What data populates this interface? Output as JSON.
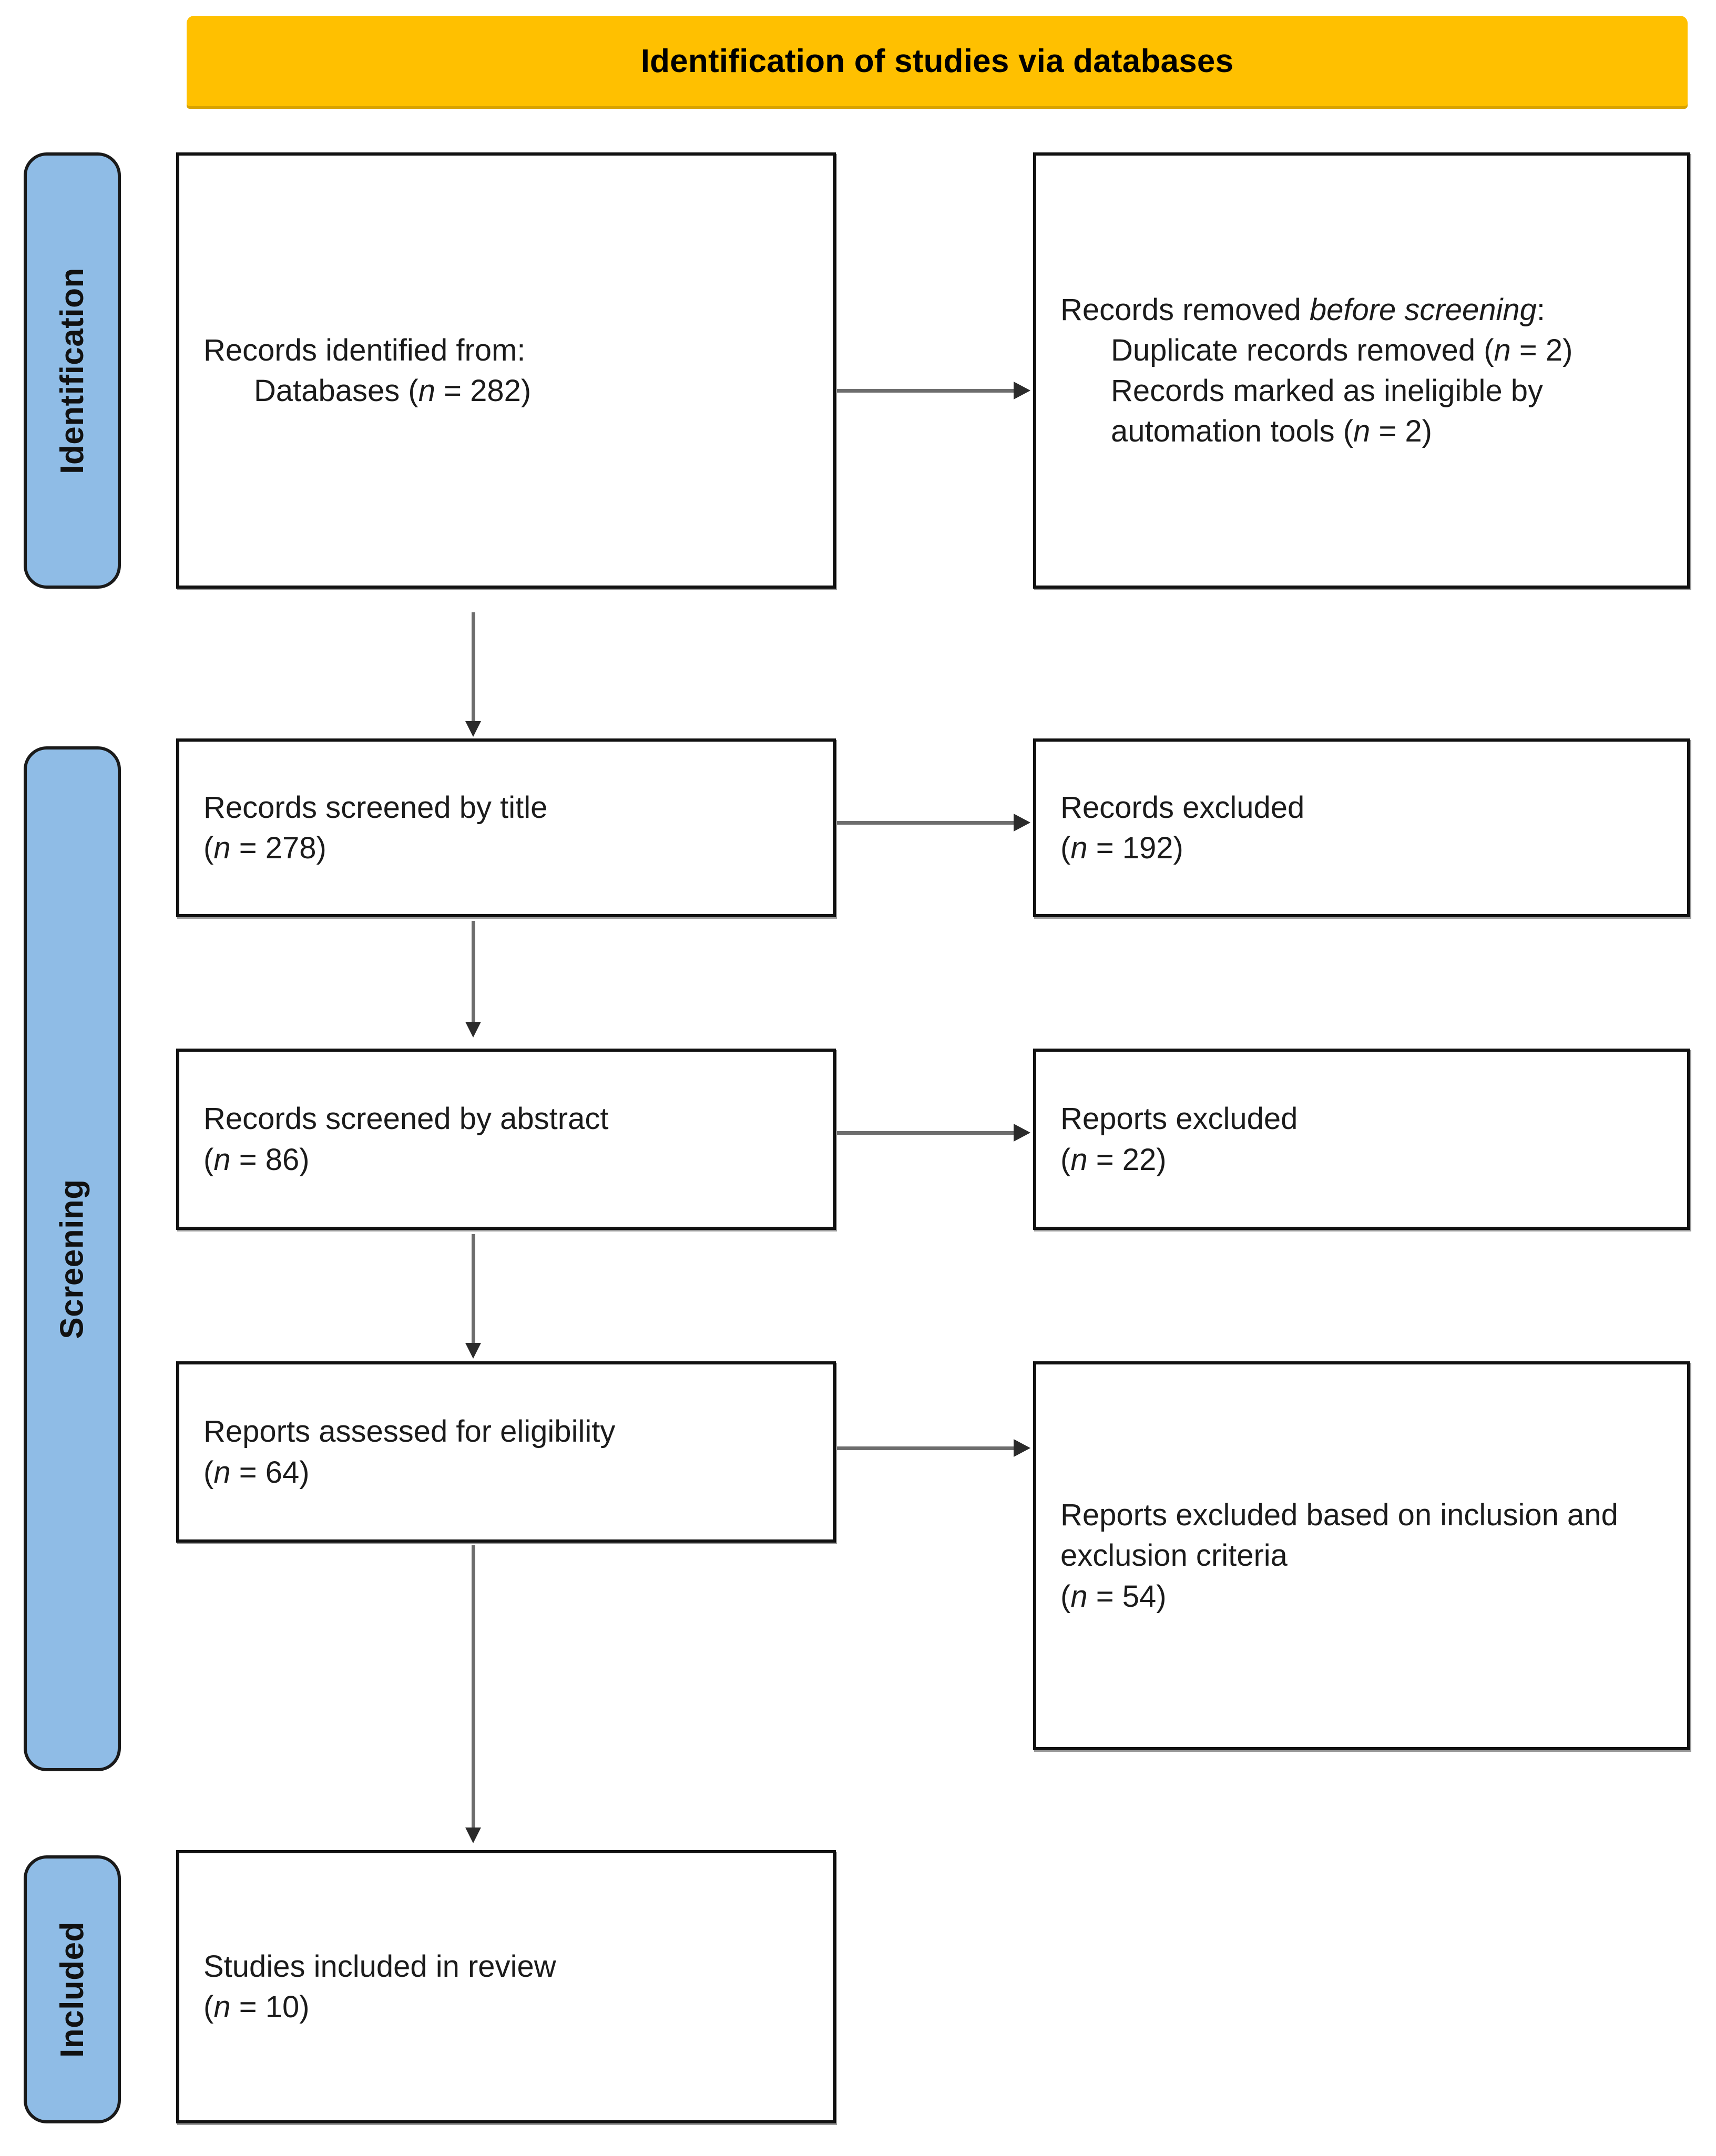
{
  "diagram": {
    "type": "PRISMA flow diagram",
    "banner": {
      "title": "Identification of studies via databases"
    },
    "colors": {
      "banner_background": "#FFC000",
      "stage_background": "#8FBCE6",
      "box_border": "#111111",
      "connector": "#6d6d6d",
      "text": "#1b1b1b"
    },
    "stages": [
      {
        "id": "identification",
        "label": "Identification"
      },
      {
        "id": "screening",
        "label": "Screening"
      },
      {
        "id": "included",
        "label": "Included"
      }
    ],
    "boxes": {
      "records_identified": {
        "line1": "Records identified from:",
        "line2_indented": "Databases (",
        "n_symbol": "n",
        "n_value": " = 282)"
      },
      "records_removed": {
        "line1_a": "Records removed ",
        "line1_em": "before screening",
        "line1_b": ":",
        "item1_a": "Duplicate records removed  (",
        "item1_n": "n",
        "item1_b": " = 2)",
        "item2_a": "Records marked as ineligible by automation tools (",
        "item2_n": "n",
        "item2_b": " = 2)"
      },
      "records_screened_title": {
        "line1": "Records screened by title",
        "n_open": "(",
        "n_symbol": "n",
        "n_value": " = 278)"
      },
      "records_excluded_title": {
        "line1": "Records excluded",
        "n_open": "(",
        "n_symbol": "n",
        "n_value": " = 192)"
      },
      "records_screened_abstract": {
        "line1": "Records screened by abstract",
        "n_open": "(",
        "n_symbol": "n",
        "n_value": " = 86)"
      },
      "reports_excluded_abstract": {
        "line1": "Reports excluded",
        "n_open": "(",
        "n_symbol": "n",
        "n_value": " = 22)"
      },
      "reports_assessed": {
        "line1": "Reports assessed for eligibility",
        "n_open": "(",
        "n_symbol": "n",
        "n_value": " = 64)"
      },
      "reports_excluded_criteria": {
        "line1": "Reports excluded based on inclusion and exclusion criteria",
        "n_open": "(",
        "n_symbol": "n",
        "n_value": " = 54)"
      },
      "studies_included": {
        "line1": "Studies included in review",
        "n_open": "(",
        "n_symbol": "n",
        "n_value": " = 10)"
      }
    },
    "counts": {
      "records_identified_databases": 282,
      "duplicate_records_removed": 2,
      "records_marked_ineligible_by_automation": 2,
      "records_screened_by_title": 278,
      "records_excluded_by_title": 192,
      "records_screened_by_abstract": 86,
      "reports_excluded_by_abstract": 22,
      "reports_assessed_for_eligibility": 64,
      "reports_excluded_inclusion_exclusion_criteria": 54,
      "studies_included_in_review": 10
    }
  }
}
